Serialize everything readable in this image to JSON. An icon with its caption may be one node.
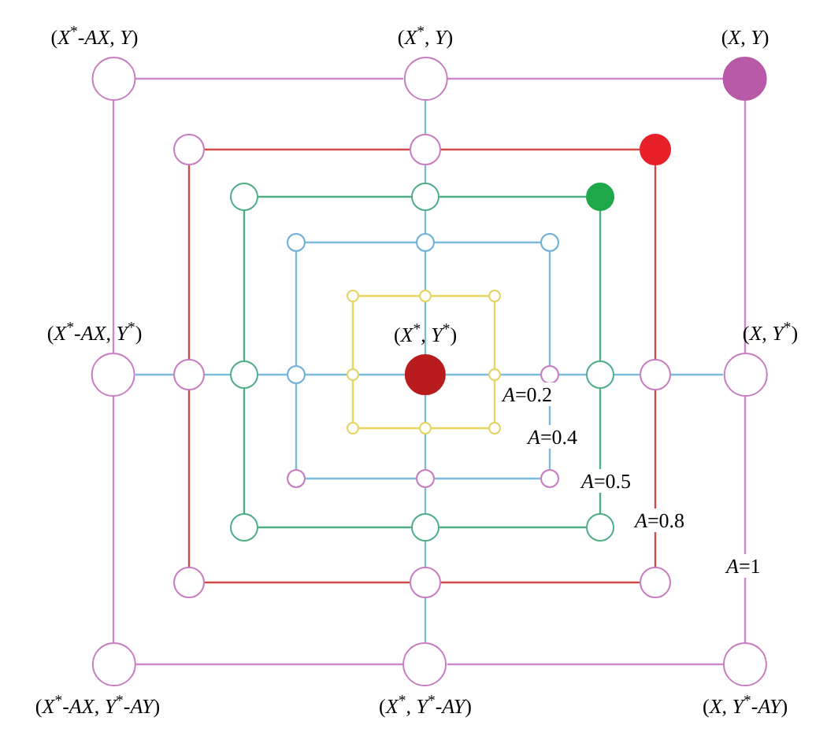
{
  "diagram": {
    "nodes": [
      {
        "text": [
          "(*X*$^{*}$-*AX*, *Y*)"
        ]
      },
      {
        "text": [
          "(*X*$^{*}$, *Y*)"
        ]
      },
      {
        "text": [
          "(*X*, *Y*)"
        ]
      },
      {
        "text": [],
        "shape": "circle"
      },
      {
        "text": [],
        "shape": "circle"
      },
      {
        "text": [],
        "shape": "circle"
      },
      {
        "text": [],
        "shape": "circle"
      },
      {
        "text": [],
        "shape": "circle"
      },
      {
        "text": [],
        "shape": "circle"
      },
      {
        "text": [],
        "shape": "circle"
      },
      {
        "text": [],
        "shape": "circle"
      },
      {
        "text": [],
        "shape": "circle"
      },
      {
        "text": [],
        "shape": "circle"
      },
      {
        "text": [],
        "shape": "circle"
      },
      {
        "text": [],
        "shape": "circle"
      },
      {
        "text": [
          "(*X*$^{*}$-*AX*, *Y*$^{*}$)"
        ]
      },
      {
        "text": [],
        "shape": "circle"
      },
      {
        "text": [],
        "shape": "circle"
      },
      {
        "text": [],
        "shape": "circle"
      },
      {
        "text": [],
        "shape": "circle"
      },
      {
        "text": [
          "(*X*$^{*}$, *Y*$^{*}$)"
        ]
      },
      {
        "text": [],
        "shape": "circle"
      },
      {
        "text": [],
        "shape": "circle"
      },
      {
        "text": [],
        "shape": "circle"
      },
      {
        "text": [],
        "shape": "circle"
      },
      {
        "text": [
          "(*X*, *Y*$^{*}$)"
        ]
      },
      {
        "text": [],
        "shape": "circle"
      },
      {
        "text": [],
        "shape": "circle"
      },
      {
        "text": [],
        "shape": "circle"
      },
      {
        "text": [],
        "shape": "circle"
      },
      {
        "text": [],
        "shape": "circle"
      },
      {
        "text": [],
        "shape": "circle"
      },
      {
        "text": [],
        "shape": "circle"
      },
      {
        "text": [],
        "shape": "circle"
      },
      {
        "text": [],
        "shape": "circle"
      },
      {
        "text": [],
        "shape": "circle"
      },
      {
        "text": [],
        "shape": "circle"
      },
      {
        "text": [],
        "shape": "circle"
      },
      {
        "text": [
          "(*X*$^{*}$-*AX*, *Y*$^{*}$-*AY*)"
        ]
      },
      {
        "text": [
          "(*X*$^{*}$, *Y*$^{*}$-*AY*)"
        ]
      },
      {
        "text": [
          "(*X*, *Y*$^{*}$-*AY*)"
        ]
      }
    ],
    "edges": [
      {
        "from": 0,
        "to": 1,
        "arrow": "none",
        "color": "#cc88c8"
      },
      {
        "from": 1,
        "to": 2,
        "arrow": "none",
        "color": "#cc88c8"
      },
      {
        "from": 2,
        "to": 25,
        "arrow": "none",
        "color": "#cc88c8"
      },
      {
        "from": 25,
        "to": 40,
        "arrow": "none",
        "color": "#cc88c8"
      },
      {
        "from": 40,
        "to": 39,
        "arrow": "none",
        "color": "#cc88c8"
      },
      {
        "from": 39,
        "to": 38,
        "arrow": "none",
        "color": "#cc88c8"
      },
      {
        "from": 38,
        "to": 15,
        "arrow": "none",
        "color": "#cc88c8"
      },
      {
        "from": 15,
        "to": 0,
        "arrow": "none",
        "color": "#cc88c8"
      },
      {
        "from": 3,
        "to": 4,
        "arrow": "none",
        "color": "#d24b4b"
      },
      {
        "from": 4,
        "to": 5,
        "arrow": "none",
        "color": "#d24b4b"
      },
      {
        "from": 5,
        "to": 24,
        "arrow": "none",
        "color": "#d24b4b"
      },
      {
        "from": 24,
        "to": 37,
        "arrow": "none",
        "color": "#d24b4b"
      },
      {
        "from": 37,
        "to": 36,
        "arrow": "none",
        "color": "#d24b4b"
      },
      {
        "from": 36,
        "to": 35,
        "arrow": "none",
        "color": "#d24b4b"
      },
      {
        "from": 35,
        "to": 16,
        "arrow": "none",
        "color": "#d24b4b"
      },
      {
        "from": 16,
        "to": 3,
        "arrow": "none",
        "color": "#d24b4b"
      },
      {
        "from": 6,
        "to": 7,
        "arrow": "none",
        "color": "#4fae86"
      },
      {
        "from": 7,
        "to": 8,
        "arrow": "none",
        "color": "#4fae86"
      },
      {
        "from": 8,
        "to": 23,
        "arrow": "none",
        "color": "#4fae86"
      },
      {
        "from": 23,
        "to": 34,
        "arrow": "none",
        "color": "#4fae86"
      },
      {
        "from": 34,
        "to": 33,
        "arrow": "none",
        "color": "#4fae86"
      },
      {
        "from": 33,
        "to": 32,
        "arrow": "none",
        "color": "#4fae86"
      },
      {
        "from": 32,
        "to": 17,
        "arrow": "none",
        "color": "#4fae86"
      },
      {
        "from": 17,
        "to": 6,
        "arrow": "none",
        "color": "#4fae86"
      },
      {
        "from": 9,
        "to": 10,
        "arrow": "none",
        "color": "#7cbbdc"
      },
      {
        "from": 10,
        "to": 11,
        "arrow": "none",
        "color": "#7cbbdc"
      },
      {
        "from": 11,
        "to": 22,
        "arrow": "none",
        "color": "#7cbbdc"
      },
      {
        "from": 22,
        "to": 31,
        "arrow": "none",
        "color": "#7cbbdc"
      },
      {
        "from": 31,
        "to": 30,
        "arrow": "none",
        "color": "#7cbbdc"
      },
      {
        "from": 30,
        "to": 29,
        "arrow": "none",
        "color": "#7cbbdc"
      },
      {
        "from": 29,
        "to": 18,
        "arrow": "none",
        "color": "#7cbbdc"
      },
      {
        "from": 18,
        "to": 9,
        "arrow": "none",
        "color": "#7cbbdc"
      },
      {
        "from": 12,
        "to": 13,
        "arrow": "none",
        "color": "#e6d660"
      },
      {
        "from": 13,
        "to": 14,
        "arrow": "none",
        "color": "#e6d660"
      },
      {
        "from": 14,
        "to": 21,
        "arrow": "none",
        "color": "#e6d660"
      },
      {
        "from": 21,
        "to": 28,
        "arrow": "none",
        "color": "#e6d660"
      },
      {
        "from": 28,
        "to": 27,
        "arrow": "none",
        "color": "#e6d660"
      },
      {
        "from": 27,
        "to": 26,
        "arrow": "none",
        "color": "#e6d660"
      },
      {
        "from": 26,
        "to": 19,
        "arrow": "none",
        "color": "#e6d660"
      },
      {
        "from": 19,
        "to": 12,
        "arrow": "none",
        "color": "#e6d660"
      },
      {
        "from": 1,
        "to": 4,
        "arrow": "none",
        "color": "#7cbbdc"
      },
      {
        "from": 4,
        "to": 7,
        "arrow": "none",
        "color": "#7cbbdc"
      },
      {
        "from": 7,
        "to": 10,
        "arrow": "none",
        "color": "#7cbbdc"
      },
      {
        "from": 10,
        "to": 13,
        "arrow": "none",
        "color": "#7cbbdc"
      },
      {
        "from": 13,
        "to": 20,
        "arrow": "none",
        "color": "#7cbbdc"
      },
      {
        "from": 20,
        "to": 27,
        "arrow": "none",
        "color": "#7cbbdc"
      },
      {
        "from": 27,
        "to": 30,
        "arrow": "none",
        "color": "#7cbbdc"
      },
      {
        "from": 30,
        "to": 33,
        "arrow": "none",
        "color": "#7cbbdc"
      },
      {
        "from": 33,
        "to": 36,
        "arrow": "none",
        "color": "#7cbbdc"
      },
      {
        "from": 36,
        "to": 39,
        "arrow": "none",
        "color": "#7cbbdc"
      },
      {
        "from": 15,
        "to": 16,
        "arrow": "none",
        "color": "#7cbbdc"
      },
      {
        "from": 16,
        "to": 17,
        "arrow": "none",
        "color": "#7cbbdc"
      },
      {
        "from": 17,
        "to": 18,
        "arrow": "none",
        "color": "#7cbbdc"
      },
      {
        "from": 18,
        "to": 19,
        "arrow": "none",
        "color": "#7cbbdc"
      },
      {
        "from": 19,
        "to": 20,
        "arrow": "none",
        "color": "#7cbbdc"
      },
      {
        "from": 20,
        "to": 21,
        "arrow": "none",
        "color": "#7cbbdc"
      },
      {
        "from": 21,
        "to": 22,
        "arrow": "none",
        "color": "#7cbbdc"
      },
      {
        "from": 22,
        "to": 23,
        "arrow": "none",
        "color": "#7cbbdc"
      },
      {
        "from": 23,
        "to": 24,
        "arrow": "none",
        "color": "#7cbbdc"
      },
      {
        "from": 24,
        "to": 25,
        "arrow": "none",
        "color": "#7cbbdc"
      }
    ],
    "labels": [
      "*A*=0.2",
      "*A*=0.4",
      "*A*=0.5",
      "*A*=0.8",
      "*A*=1"
    ]
  }
}
